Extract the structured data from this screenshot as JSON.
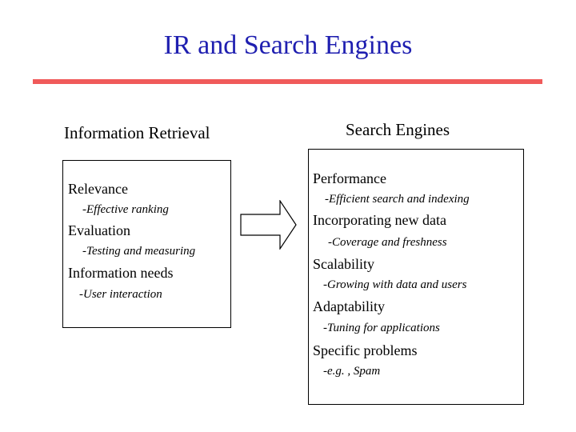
{
  "slide": {
    "title": "IR and Search Engines"
  },
  "left": {
    "heading": "Information Retrieval",
    "items": [
      {
        "label": "Relevance",
        "detail": "-Effective ranking"
      },
      {
        "label": "Evaluation",
        "detail": "-Testing and measuring"
      },
      {
        "label": "Information needs",
        "detail": "-User interaction"
      }
    ]
  },
  "right": {
    "heading": "Search Engines",
    "items": [
      {
        "label": "Performance",
        "detail": "-Efficient search and indexing"
      },
      {
        "label": "Incorporating new data",
        "detail": "-Coverage and freshness"
      },
      {
        "label": "Scalability",
        "detail": "-Growing with data and users"
      },
      {
        "label": "Adaptability",
        "detail": "-Tuning for applications"
      },
      {
        "label": "Specific problems",
        "detail": "-e.g. , Spam"
      }
    ]
  },
  "colors": {
    "title": "#1f1fb0",
    "rule": "#f05a5a"
  }
}
